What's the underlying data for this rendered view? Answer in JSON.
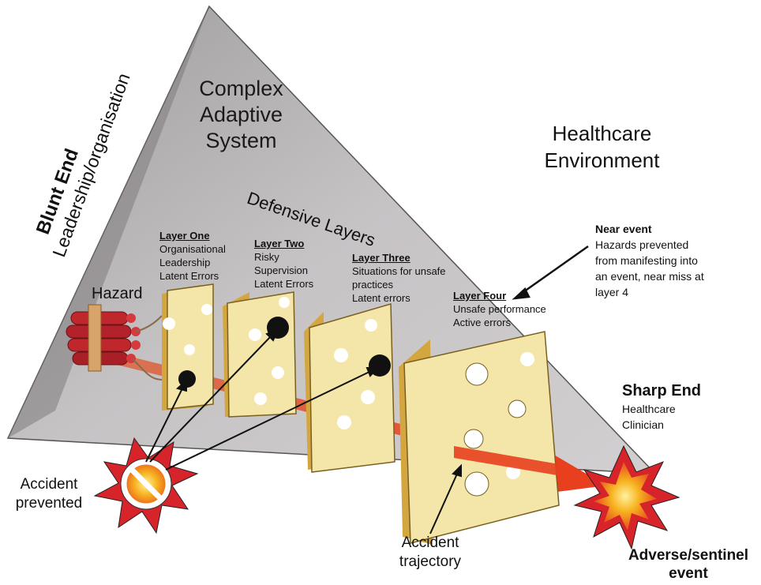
{
  "title_lines": [
    "Complex",
    "Adaptive",
    "System"
  ],
  "environment_lines": [
    "Healthcare",
    "Environment"
  ],
  "defensive_layers": "Defensive Layers",
  "blunt_end": {
    "title": "Blunt End",
    "subtitle": "Leadership/organisation"
  },
  "hazard": "Hazard",
  "layers": [
    {
      "heading": "Layer One",
      "lines": [
        "Organisational",
        "Leadership",
        "Latent Errors"
      ]
    },
    {
      "heading": "Layer Two",
      "lines": [
        "Risky",
        "Supervision",
        "Latent Errors"
      ]
    },
    {
      "heading": "Layer Three",
      "lines": [
        "Situations for unsafe",
        "practices",
        "Latent errors"
      ]
    },
    {
      "heading": "Layer Four",
      "lines": [
        "Unsafe performance",
        "Active errors"
      ]
    }
  ],
  "near_event": {
    "title": "Near event",
    "lines": [
      "Hazards prevented",
      "from manifesting into",
      "an event, near miss at",
      "layer 4"
    ]
  },
  "sharp_end": {
    "title": "Sharp End",
    "lines": [
      "Healthcare",
      "Clinician"
    ]
  },
  "accident_prevented": [
    "Accident",
    "prevented"
  ],
  "accident_trajectory": [
    "Accident",
    "trajectory"
  ],
  "adverse_event": [
    "Adverse/sentinel",
    "event"
  ],
  "colors": {
    "pyramid_face": "#b9b6b8",
    "pyramid_shade": "#8d8a8c",
    "cheese": "#f3e6a8",
    "cheese_side": "#d4a640",
    "trajectory": "#e0522a",
    "dynamite": "#c0272d",
    "explosion_outer": "#d6242a",
    "explosion_inner": "#f7b21f"
  }
}
